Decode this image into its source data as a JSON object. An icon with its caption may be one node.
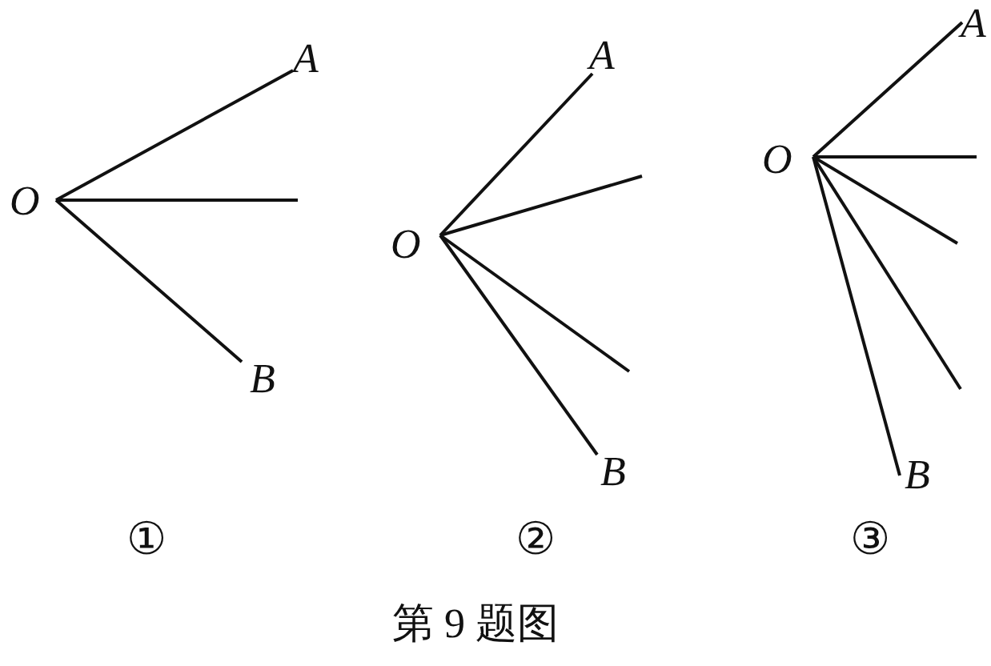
{
  "diagram": {
    "caption": "第 9 题图",
    "nodes": [
      {
        "text": [
          "O"
        ]
      },
      {
        "text": [
          "A"
        ]
      },
      {
        "text": [
          "B"
        ]
      },
      {
        "text": [
          "O"
        ]
      },
      {
        "text": [
          "A"
        ]
      },
      {
        "text": [
          "B"
        ]
      },
      {
        "text": [
          "O"
        ]
      },
      {
        "text": [
          "A"
        ]
      },
      {
        "text": [
          "B"
        ]
      }
    ],
    "edges": [
      {
        "from": 0,
        "to": 1,
        "arrow": "none"
      },
      {
        "from": 0,
        "to": null,
        "arrow": "none"
      },
      {
        "from": 0,
        "to": 2,
        "arrow": "none"
      },
      {
        "from": 3,
        "to": 4,
        "arrow": "none"
      },
      {
        "from": 3,
        "to": null,
        "arrow": "none"
      },
      {
        "from": 3,
        "to": null,
        "arrow": "none"
      },
      {
        "from": 3,
        "to": 5,
        "arrow": "none"
      },
      {
        "from": 6,
        "to": 7,
        "arrow": "none"
      },
      {
        "from": 6,
        "to": null,
        "arrow": "none"
      },
      {
        "from": 6,
        "to": null,
        "arrow": "none"
      },
      {
        "from": 6,
        "to": null,
        "arrow": "none"
      },
      {
        "from": 6,
        "to": 8,
        "arrow": "none"
      }
    ],
    "labels": [
      "①",
      "②",
      "③"
    ]
  }
}
